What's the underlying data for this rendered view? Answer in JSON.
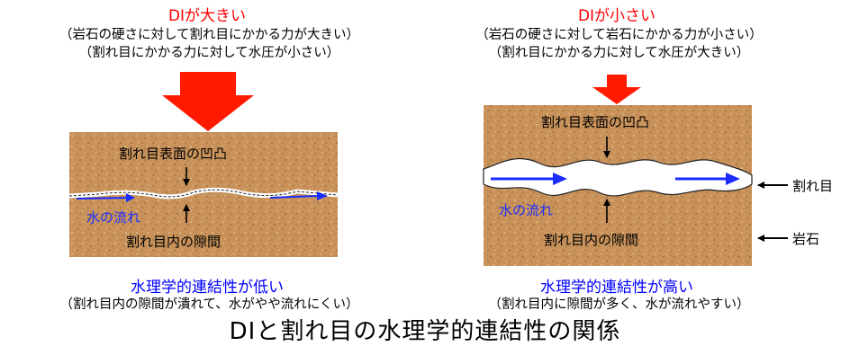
{
  "left": {
    "heading": "DIが大きい",
    "note1": "（岩石の硬さに対して割れ目にかかる力が大きい）",
    "note2": "（割れ目にかかる力に対して水圧が小さい）",
    "surface_label": "割れ目表面の凹凸",
    "flow_label": "水の流れ",
    "gap_label": "割れ目内の隙間",
    "result": "水理学的連結性が低い",
    "result_note": "（割れ目内の隙間が潰れて、水がやや流れにくい）"
  },
  "right": {
    "heading": "DIが小さい",
    "note1": "（岩石の硬さに対して岩石にかかる力が小さい）",
    "note2": "（割れ目にかかる力に対して水圧が大きい）",
    "surface_label": "割れ目表面の凹凸",
    "flow_label": "水の流れ",
    "gap_label": "割れ目内の隙間",
    "fracture_label": "割れ目",
    "rock_label": "岩石",
    "result": "水理学的連結性が高い",
    "result_note": "（割れ目内に隙間が多く、水が流れやすい）"
  },
  "caption": "DIと割れ目の水理学的連結性の関係",
  "colors": {
    "heading": "#ff0000",
    "arrow": "#ff1a00",
    "result": "#0000ff",
    "rock": "#c8925a",
    "flow": "#1a2cff"
  }
}
